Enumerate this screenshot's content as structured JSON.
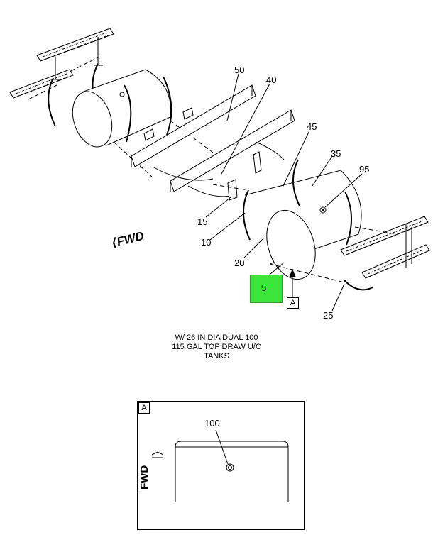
{
  "callouts": {
    "c50": "50",
    "c40": "40",
    "c45": "45",
    "c35": "35",
    "c95": "95",
    "c15": "15",
    "c10": "10",
    "c20": "20",
    "c5": "5",
    "c25": "25",
    "c100": "100"
  },
  "reference_tag": "A",
  "fwd_label": "FWD",
  "caption": {
    "line1": "W/ 26 IN DIA DUAL 100",
    "line2": "115 GAL TOP DRAW U/C",
    "line3": "TANKS"
  },
  "detail": {
    "tag": "A",
    "fwd_label": "FWD"
  },
  "colors": {
    "highlight": "#39e639",
    "line": "#000000"
  }
}
